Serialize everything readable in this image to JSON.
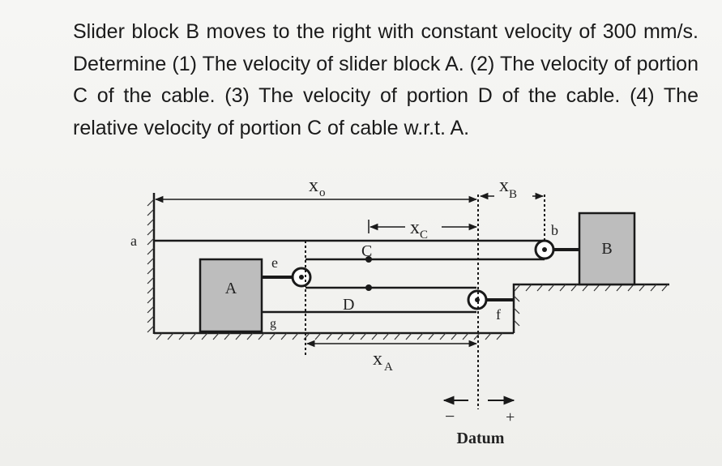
{
  "problem": {
    "text": "Slider block B moves to the right with constant velocity of 300 mm/s. Determine (1) The velocity of slider block A. (2) The velocity of portion C of the cable. (3) The velocity of portion D of the cable. (4) The relative velocity of portion C of cable w.r.t. A."
  },
  "figure": {
    "labels": {
      "x0": "x",
      "x0_sub": "o",
      "xb": "x",
      "xb_sub": "B",
      "xc": "x",
      "xc_sub": "C",
      "xa": "x",
      "xa_sub": "A",
      "a": "a",
      "b": "b",
      "e": "e",
      "f": "f",
      "g": "g",
      "C": "C",
      "D": "D",
      "A": "A",
      "B": "B",
      "minus": "−",
      "plus": "+",
      "datum": "Datum"
    },
    "colors": {
      "block": "#bdbdbd",
      "line": "#1a1a1a",
      "page": "#f3f3f1"
    }
  }
}
